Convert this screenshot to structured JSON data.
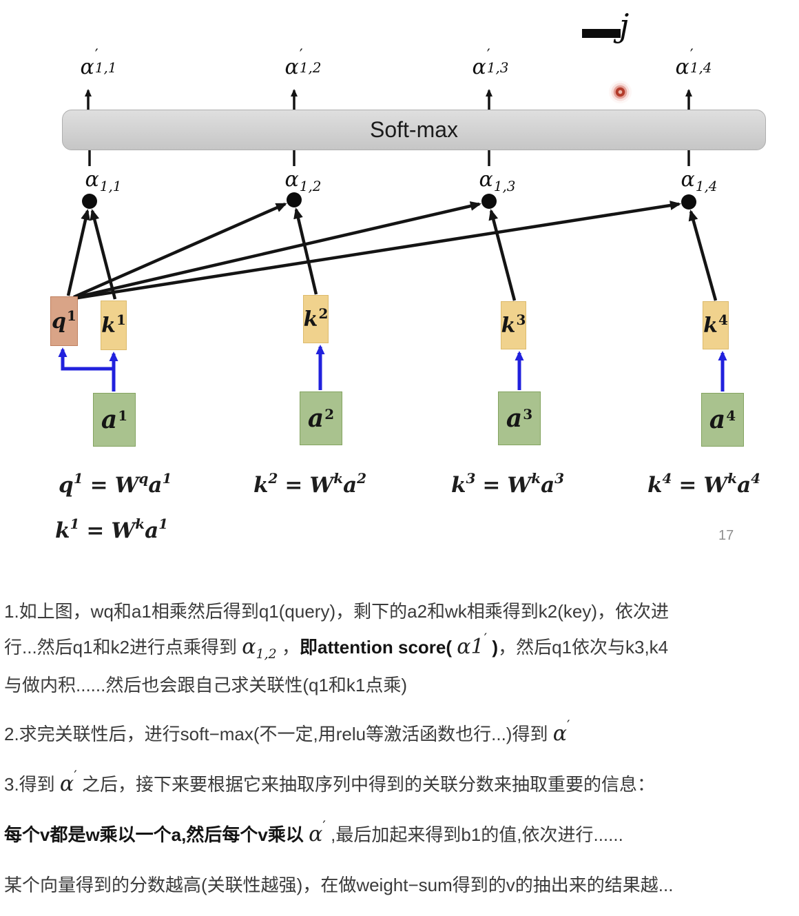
{
  "diagram": {
    "fragment_j": "j",
    "softmax_label": "Soft-max",
    "page_number": "17",
    "alpha_prime": [
      {
        "base": "α",
        "prime": "′",
        "sub": "1,1"
      },
      {
        "base": "α",
        "prime": "′",
        "sub": "1,2"
      },
      {
        "base": "α",
        "prime": "′",
        "sub": "1,3"
      },
      {
        "base": "α",
        "prime": "′",
        "sub": "1,4"
      }
    ],
    "alpha": [
      {
        "base": "α",
        "sub": "1,1"
      },
      {
        "base": "α",
        "sub": "1,2"
      },
      {
        "base": "α",
        "sub": "1,3"
      },
      {
        "base": "α",
        "sub": "1,4"
      }
    ],
    "boxes": {
      "q1": {
        "base": "q",
        "sup": "1"
      },
      "k1": {
        "base": "k",
        "sup": "1"
      },
      "k2": {
        "base": "k",
        "sup": "2"
      },
      "k3": {
        "base": "k",
        "sup": "3"
      },
      "k4": {
        "base": "k",
        "sup": "4"
      },
      "a1": {
        "base": "a",
        "sup": "1"
      },
      "a2": {
        "base": "a",
        "sup": "2"
      },
      "a3": {
        "base": "a",
        "sup": "3"
      },
      "a4": {
        "base": "a",
        "sup": "4"
      }
    },
    "formulas": {
      "q1": {
        "lhs": "q",
        "lhs_sup": "1",
        "eq": "=",
        "rhs_w": "W",
        "rhs_w_sup": "q",
        "rhs_a": "a",
        "rhs_a_sup": "1"
      },
      "k2": {
        "lhs": "k",
        "lhs_sup": "2",
        "eq": "=",
        "rhs_w": "W",
        "rhs_w_sup": "k",
        "rhs_a": "a",
        "rhs_a_sup": "2"
      },
      "k3": {
        "lhs": "k",
        "lhs_sup": "3",
        "eq": "=",
        "rhs_w": "W",
        "rhs_w_sup": "k",
        "rhs_a": "a",
        "rhs_a_sup": "3"
      },
      "k4": {
        "lhs": "k",
        "lhs_sup": "4",
        "eq": "=",
        "rhs_w": "W",
        "rhs_w_sup": "k",
        "rhs_a": "a",
        "rhs_a_sup": "4"
      },
      "k1": {
        "lhs": "k",
        "lhs_sup": "1",
        "eq": "=",
        "rhs_w": "W",
        "rhs_w_sup": "k",
        "rhs_a": "a",
        "rhs_a_sup": "1"
      }
    },
    "colors": {
      "q_box": "#d9a487",
      "k_box": "#f0d28d",
      "a_box": "#a9c28e",
      "arrow_blue": "#2121dd",
      "arrow_black": "#141414",
      "softmax_gray": "#d3d3d3",
      "laser_red": "#b23b2a"
    }
  },
  "notes": {
    "p1": {
      "line1": "1.如上图，wq和a1相乘然后得到q1(query)，剩下的a2和wk相乘得到k2(key)，依次进",
      "line2_pre": "行...然后q1和k2进行点乘得到 ",
      "alpha12_base": "α",
      "alpha12_sub": "1,2",
      "line2_mid": " ，",
      "line2_bold1": "即attention score(",
      "alpha1_base": "α1",
      "alpha1_sup": "′",
      "line2_bold2": ")",
      "line2_post": "，然后q1依次与k3,k4",
      "line3": "与做内积......然后也会跟自己求关联性(q1和k1点乘)"
    },
    "p2": {
      "pre": "2.求完关联性后，进行soft−max(不一定,用relu等激活函数也行...)得到 ",
      "alpha_base": "α",
      "alpha_sup": "′"
    },
    "p3": {
      "pre": "3.得到 ",
      "alpha_base": "α",
      "alpha_sup": "′",
      "post": " 之后，接下来要根据它来抽取序列中得到的关联分数来抽取重要的信息："
    },
    "p4": {
      "bold": "每个v都是w乘以一个a,然后每个v乘以 ",
      "alpha_base": "α",
      "alpha_sup": "′",
      "post": " ,最后加起来得到b1的值,依次进行......"
    },
    "p5": {
      "text": "某个向量得到的分数越高(关联性越强)，在做weight−sum得到的v的抽出来的结果越..."
    }
  }
}
